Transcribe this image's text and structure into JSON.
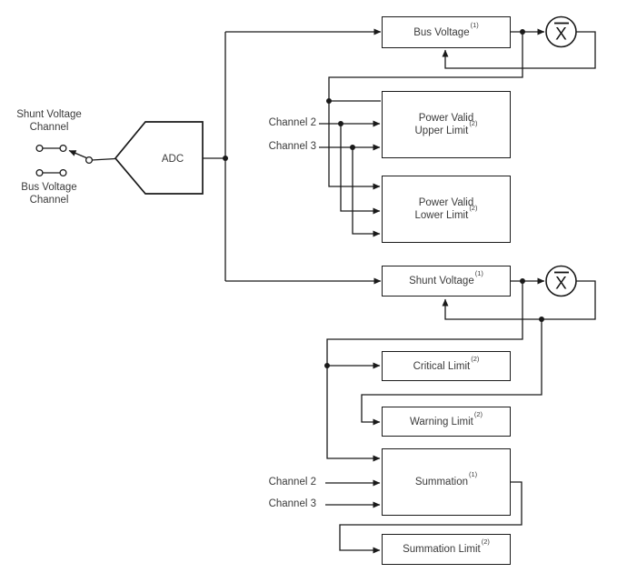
{
  "colors": {
    "line": "#1a1a1a",
    "text": "#3b3b3b",
    "background": "#ffffff"
  },
  "source_labels": {
    "shunt_channel_line1": "Shunt Voltage",
    "shunt_channel_line2": "Channel",
    "bus_channel_line1": "Bus Voltage",
    "bus_channel_line2": "Channel"
  },
  "adc_label": "ADC",
  "mean_symbol": "X",
  "blocks": {
    "bus_voltage": {
      "label": "Bus Voltage",
      "sup": "(1)"
    },
    "power_valid_upper": {
      "line1": "Power Valid",
      "line2": "Upper Limit",
      "sup": "(2)"
    },
    "power_valid_lower": {
      "line1": "Power Valid",
      "line2": "Lower Limit",
      "sup": "(2)"
    },
    "shunt_voltage": {
      "label": "Shunt Voltage",
      "sup": "(1)"
    },
    "critical_limit": {
      "label": "Critical Limit",
      "sup": "(2)"
    },
    "warning_limit": {
      "label": "Warning Limit",
      "sup": "(2)"
    },
    "summation": {
      "label": "Summation",
      "sup": "(1)"
    },
    "summation_limit": {
      "label": "Summation Limit",
      "sup": "(2)"
    }
  },
  "channel_labels": {
    "upper_channel2": "Channel 2",
    "upper_channel3": "Channel 3",
    "lower_channel2": "Channel 2",
    "lower_channel3": "Channel 3"
  }
}
